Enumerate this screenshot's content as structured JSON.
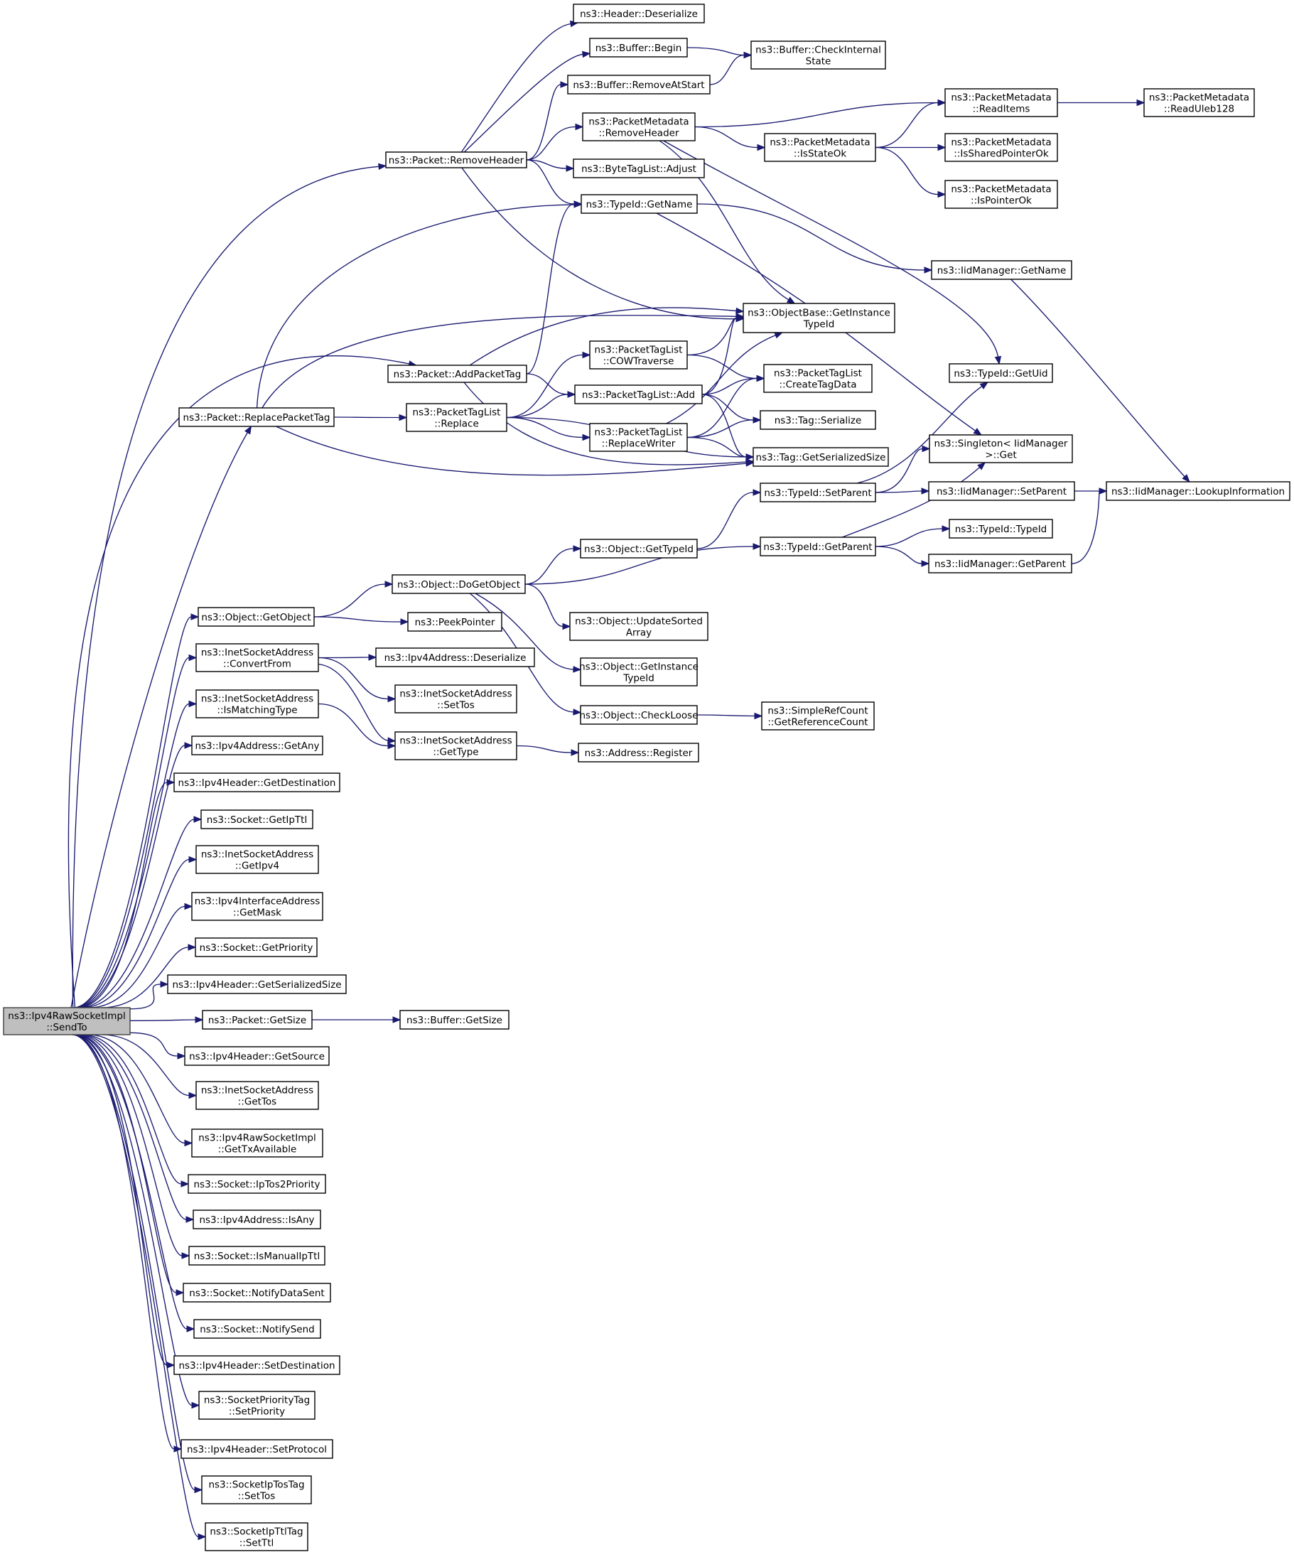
{
  "graph": {
    "nodes": [
      {
        "id": "root",
        "lines": [
          "ns3::Ipv4RawSocketImpl",
          "::SendTo"
        ]
      },
      {
        "id": "removeHeader",
        "lines": [
          "ns3::Packet::RemoveHeader"
        ]
      },
      {
        "id": "replacePacketTag",
        "lines": [
          "ns3::Packet::ReplacePacketTag"
        ]
      },
      {
        "id": "addPacketTag",
        "lines": [
          "ns3::Packet::AddPacketTag"
        ]
      },
      {
        "id": "headerDeserialize",
        "lines": [
          "ns3::Header::Deserialize"
        ]
      },
      {
        "id": "bufferBegin",
        "lines": [
          "ns3::Buffer::Begin"
        ]
      },
      {
        "id": "bufferCheckInternal",
        "lines": [
          "ns3::Buffer::CheckInternal",
          "State"
        ]
      },
      {
        "id": "bufferRemoveAtStart",
        "lines": [
          "ns3::Buffer::RemoveAtStart"
        ]
      },
      {
        "id": "pmRemoveHeader",
        "lines": [
          "ns3::PacketMetadata",
          "::RemoveHeader"
        ]
      },
      {
        "id": "pmReadItems",
        "lines": [
          "ns3::PacketMetadata",
          "::ReadItems"
        ]
      },
      {
        "id": "pmReadUleb",
        "lines": [
          "ns3::PacketMetadata",
          "::ReadUleb128"
        ]
      },
      {
        "id": "pmIsStateOk",
        "lines": [
          "ns3::PacketMetadata",
          "::IsStateOk"
        ]
      },
      {
        "id": "pmIsShared",
        "lines": [
          "ns3::PacketMetadata",
          "::IsSharedPointerOk"
        ]
      },
      {
        "id": "pmIsPointer",
        "lines": [
          "ns3::PacketMetadata",
          "::IsPointerOk"
        ]
      },
      {
        "id": "byteTagAdjust",
        "lines": [
          "ns3::ByteTagList::Adjust"
        ]
      },
      {
        "id": "typeIdGetName",
        "lines": [
          "ns3::TypeId::GetName"
        ]
      },
      {
        "id": "iidGetName",
        "lines": [
          "ns3::IidManager::GetName"
        ]
      },
      {
        "id": "objBaseGetInst",
        "lines": [
          "ns3::ObjectBase::GetInstance",
          "TypeId"
        ]
      },
      {
        "id": "ptlCow",
        "lines": [
          "ns3::PacketTagList",
          "::COWTraverse"
        ]
      },
      {
        "id": "ptlAdd",
        "lines": [
          "ns3::PacketTagList::Add"
        ]
      },
      {
        "id": "ptlReplace",
        "lines": [
          "ns3::PacketTagList",
          "::Replace"
        ]
      },
      {
        "id": "ptlReplaceWriter",
        "lines": [
          "ns3::PacketTagList",
          "::ReplaceWriter"
        ]
      },
      {
        "id": "ptlCreateTag",
        "lines": [
          "ns3::PacketTagList",
          "::CreateTagData"
        ]
      },
      {
        "id": "tagSerialize",
        "lines": [
          "ns3::Tag::Serialize"
        ]
      },
      {
        "id": "tagGetSerSize",
        "lines": [
          "ns3::Tag::GetSerializedSize"
        ]
      },
      {
        "id": "typeIdGetUid",
        "lines": [
          "ns3::TypeId::GetUid"
        ]
      },
      {
        "id": "singletonGet",
        "lines": [
          "ns3::Singleton< IidManager",
          " >::Get"
        ]
      },
      {
        "id": "typeIdSetParent",
        "lines": [
          "ns3::TypeId::SetParent"
        ]
      },
      {
        "id": "iidSetParent",
        "lines": [
          "ns3::IidManager::SetParent"
        ]
      },
      {
        "id": "iidLookup",
        "lines": [
          "ns3::IidManager::LookupInformation"
        ]
      },
      {
        "id": "objGetTypeId",
        "lines": [
          "ns3::Object::GetTypeId"
        ]
      },
      {
        "id": "typeIdGetParent",
        "lines": [
          "ns3::TypeId::GetParent"
        ]
      },
      {
        "id": "typeIdTypeId",
        "lines": [
          "ns3::TypeId::TypeId"
        ]
      },
      {
        "id": "iidGetParent",
        "lines": [
          "ns3::IidManager::GetParent"
        ]
      },
      {
        "id": "objDoGetObject",
        "lines": [
          "ns3::Object::DoGetObject"
        ]
      },
      {
        "id": "objGetObject",
        "lines": [
          "ns3::Object::GetObject"
        ]
      },
      {
        "id": "peekPointer",
        "lines": [
          "ns3::PeekPointer"
        ]
      },
      {
        "id": "objUpdateSorted",
        "lines": [
          "ns3::Object::UpdateSorted",
          "Array"
        ]
      },
      {
        "id": "objGetInstTypeId",
        "lines": [
          "ns3::Object::GetInstance",
          "TypeId"
        ]
      },
      {
        "id": "objCheckLoose",
        "lines": [
          "ns3::Object::CheckLoose"
        ]
      },
      {
        "id": "simpleRefCount",
        "lines": [
          "ns3::SimpleRefCount",
          "::GetReferenceCount"
        ]
      },
      {
        "id": "inetConvertFrom",
        "lines": [
          "ns3::InetSocketAddress",
          "::ConvertFrom"
        ]
      },
      {
        "id": "ipv4Deserialize",
        "lines": [
          "ns3::Ipv4Address::Deserialize"
        ]
      },
      {
        "id": "inetSetTos",
        "lines": [
          "ns3::InetSocketAddress",
          "::SetTos"
        ]
      },
      {
        "id": "inetIsMatching",
        "lines": [
          "ns3::InetSocketAddress",
          "::IsMatchingType"
        ]
      },
      {
        "id": "inetGetType",
        "lines": [
          "ns3::InetSocketAddress",
          "::GetType"
        ]
      },
      {
        "id": "addressRegister",
        "lines": [
          "ns3::Address::Register"
        ]
      },
      {
        "id": "ipv4GetAny",
        "lines": [
          "ns3::Ipv4Address::GetAny"
        ]
      },
      {
        "id": "ipv4HdrGetDest",
        "lines": [
          "ns3::Ipv4Header::GetDestination"
        ]
      },
      {
        "id": "sockGetIpTtl",
        "lines": [
          "ns3::Socket::GetIpTtl"
        ]
      },
      {
        "id": "inetGetIpv4",
        "lines": [
          "ns3::InetSocketAddress",
          "::GetIpv4"
        ]
      },
      {
        "id": "ipv4IfGetMask",
        "lines": [
          "ns3::Ipv4InterfaceAddress",
          "::GetMask"
        ]
      },
      {
        "id": "sockGetPriority",
        "lines": [
          "ns3::Socket::GetPriority"
        ]
      },
      {
        "id": "ipv4HdrGetSerSize",
        "lines": [
          "ns3::Ipv4Header::GetSerializedSize"
        ]
      },
      {
        "id": "pktGetSize",
        "lines": [
          "ns3::Packet::GetSize"
        ]
      },
      {
        "id": "bufferGetSize",
        "lines": [
          "ns3::Buffer::GetSize"
        ]
      },
      {
        "id": "ipv4HdrGetSource",
        "lines": [
          "ns3::Ipv4Header::GetSource"
        ]
      },
      {
        "id": "inetGetTos",
        "lines": [
          "ns3::InetSocketAddress",
          "::GetTos"
        ]
      },
      {
        "id": "rawGetTx",
        "lines": [
          "ns3::Ipv4RawSocketImpl",
          "::GetTxAvailable"
        ]
      },
      {
        "id": "sockIpTos2Prio",
        "lines": [
          "ns3::Socket::IpTos2Priority"
        ]
      },
      {
        "id": "ipv4IsAny",
        "lines": [
          "ns3::Ipv4Address::IsAny"
        ]
      },
      {
        "id": "sockIsManualTtl",
        "lines": [
          "ns3::Socket::IsManualIpTtl"
        ]
      },
      {
        "id": "sockNotifyDataSent",
        "lines": [
          "ns3::Socket::NotifyDataSent"
        ]
      },
      {
        "id": "sockNotifySend",
        "lines": [
          "ns3::Socket::NotifySend"
        ]
      },
      {
        "id": "ipv4HdrSetDest",
        "lines": [
          "ns3::Ipv4Header::SetDestination"
        ]
      },
      {
        "id": "sockPrioTagSet",
        "lines": [
          "ns3::SocketPriorityTag",
          "::SetPriority"
        ]
      },
      {
        "id": "ipv4HdrSetProto",
        "lines": [
          "ns3::Ipv4Header::SetProtocol"
        ]
      },
      {
        "id": "sockIpTosTagSet",
        "lines": [
          "ns3::SocketIpTosTag",
          "::SetTos"
        ]
      },
      {
        "id": "sockIpTtlTagSet",
        "lines": [
          "ns3::SocketIpTtlTag",
          "::SetTtl"
        ]
      }
    ]
  }
}
